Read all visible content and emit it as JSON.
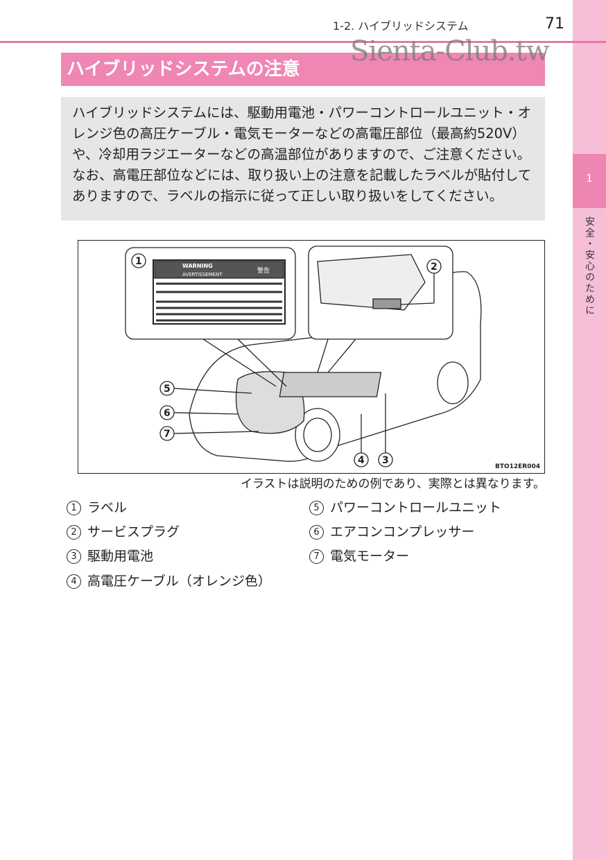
{
  "header": {
    "section": "1-2. ハイブリッドシステム",
    "page_number": "71"
  },
  "watermark": "Sienta-Club.tw",
  "side_tab": {
    "number": "1",
    "chapter": "安全・安心のために"
  },
  "title": "ハイブリッドシステムの注意",
  "notice": "ハイブリッドシステムには、駆動用電池・パワーコントロールユニット・オレンジ色の高圧ケーブル・電気モーターなどの高電圧部位（最高約520V）や、冷却用ラジエーターなどの高温部位がありますので、ご注意ください。なお、高電圧部位などには、取り扱い上の注意を記載したラベルが貼付してありますので、ラベルの指示に従って正しい取り扱いをしてください。",
  "illustration": {
    "code": "BTO12ER004",
    "label_warning": "WARNING",
    "label_warning_jp": "警告",
    "label_avert": "AVERTISSEMENT"
  },
  "caption": "イラストは説明のための例であり、実際とは異なります。",
  "legend": [
    {
      "num": "1",
      "text": "ラベル"
    },
    {
      "num": "2",
      "text": "サービスプラグ"
    },
    {
      "num": "3",
      "text": "駆動用電池"
    },
    {
      "num": "4",
      "text": "高電圧ケーブル（オレンジ色）"
    },
    {
      "num": "5",
      "text": "パワーコントロールユニット"
    },
    {
      "num": "6",
      "text": "エアコンコンプレッサー"
    },
    {
      "num": "7",
      "text": "電気モーター"
    }
  ],
  "colors": {
    "accent": "#ef86b4",
    "side": "#f6bfd7",
    "note_bg": "#e6e6e6"
  }
}
